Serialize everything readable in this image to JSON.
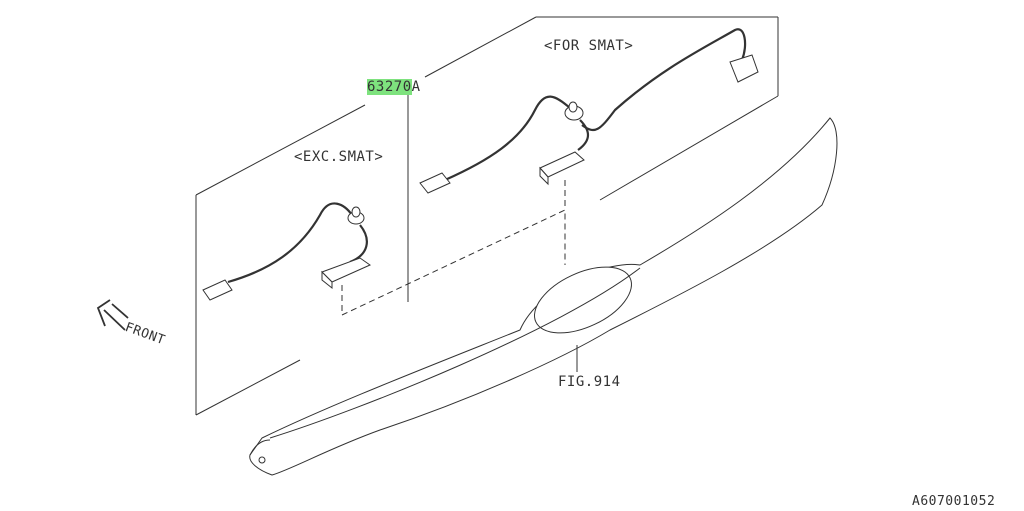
{
  "part_number": {
    "highlighted": "63270",
    "suffix": "A",
    "highlight_color": "#7ee27e"
  },
  "labels": {
    "for_smat": "<FOR SMAT>",
    "exc_smat": "<EXC.SMAT>",
    "front": "FRONT",
    "fig_ref": "FIG.914",
    "diagram_id": "A607001052"
  }
}
